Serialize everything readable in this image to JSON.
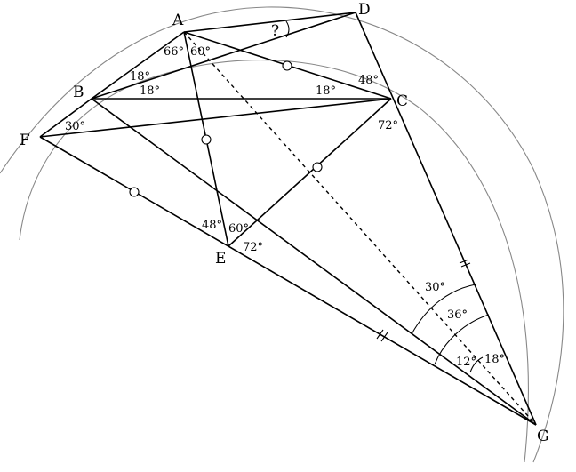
{
  "points": {
    "A": "A",
    "B": "B",
    "C": "C",
    "D": "D",
    "E": "E",
    "F": "F",
    "G": "G"
  },
  "angles": {
    "A_left": "66°",
    "A_right": "60°",
    "unknown": "?",
    "B_upper": "18°",
    "B_lower": "18°",
    "C_left": "18°",
    "C_upper": "48°",
    "C_lower": "72°",
    "F": "30°",
    "E_left": "48°",
    "E_top": "60°",
    "E_right": "72°",
    "G_30": "30°",
    "G_36": "36°",
    "G_12": "12°",
    "G_18": "18°"
  }
}
